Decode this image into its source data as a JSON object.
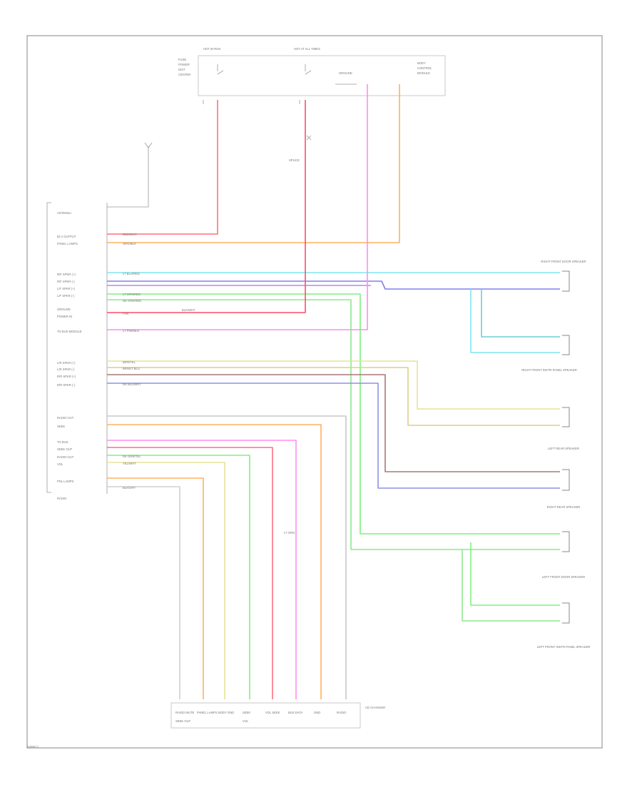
{
  "diagram": {
    "top_switch_labels": [
      "HOT IN RUN",
      "HOT AT ALL TIMES",
      "FUSE",
      "POWER",
      "DIST",
      "CENTER",
      "GROUND",
      "BODY",
      "CONTROL",
      "MODULE",
      "SPLICE"
    ],
    "radio_pin_labels": [
      "ANTENNA",
      "B(+) OUTPUT",
      "PANEL LAMPS",
      "R/F SPKR (+)",
      "R/F SPKR (-)",
      "L/F SPKR (+)",
      "L/F SPKR (-)",
      "GROUND",
      "POWER IN",
      "TO BUS MODULE",
      "L/R SPKR (+)",
      "L/R SPKR (-)",
      "R/R SPKR (+)",
      "R/R SPKR (-)",
      "RADIO OUT",
      "SEEK",
      "TO BUS",
      "SEEK OUT",
      "RADIO OUT",
      "VOL",
      "PNL LAMPS",
      "RADIO"
    ],
    "wire_labels": [
      "RED/WHT",
      "ORG/BLK",
      "LT BLU/RED",
      "LT GRN/RED",
      "DK GRN/RED",
      "LT GRN",
      "BLK/WHT",
      "PNK",
      "LT PNK/BLK",
      "BRN/YEL",
      "BRN/LT BLU",
      "DK BLU/WHT",
      "YEL/WHT",
      "DK GRN/YEL",
      "BLK/GRY"
    ],
    "speaker_labels": [
      "RIGHT FRONT DOOR SPEAKER",
      "RIGHT FRONT INSTR PANEL SPEAKER",
      "LEFT REAR SPEAKER",
      "RIGHT REAR SPEAKER",
      "LEFT FRONT DOOR SPEAKER",
      "LEFT FRONT INSTR PANEL SPEAKER"
    ],
    "bottom_labels": [
      "RADIO MUTE",
      "PANEL LAMPS",
      "BODY GND",
      "SEEK",
      "VOL SEEK",
      "BUS DATA",
      "GND",
      "RADIO",
      "SEEK OUT",
      "VOL",
      "CD CHANGER"
    ],
    "code": "94B8C1"
  }
}
